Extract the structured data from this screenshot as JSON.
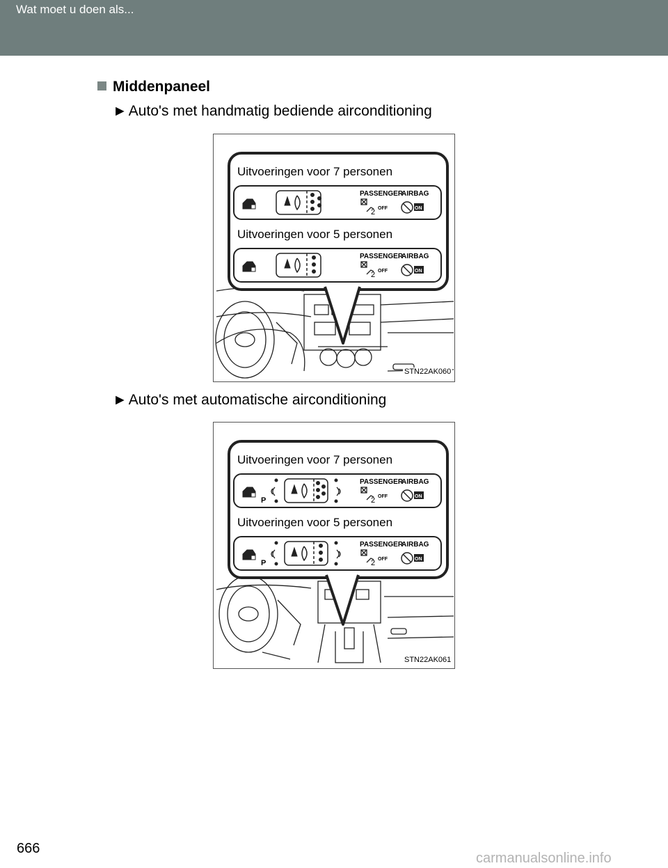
{
  "header": {
    "title": "Wat moet u doen als..."
  },
  "section": {
    "title": "Middenpaneel",
    "subsections": [
      {
        "marker": "►",
        "label": "Auto's met handmatig bediende airconditioning",
        "figure": {
          "variants": [
            "Uitvoeringen voor 7 personen",
            "Uitvoeringen voor 5 personen"
          ],
          "indicator": {
            "passenger": "PASSENGER",
            "airbag": "AIRBAG",
            "seat_number": "2",
            "off": "OFF",
            "on": "ON"
          },
          "code": "STN22AK060"
        }
      },
      {
        "marker": "►",
        "label": "Auto's met automatische airconditioning",
        "figure": {
          "variants": [
            "Uitvoeringen voor 7 personen",
            "Uitvoeringen voor 5 personen"
          ],
          "indicator": {
            "passenger": "PASSENGER",
            "airbag": "AIRBAG",
            "seat_number": "2",
            "off": "OFF",
            "on": "ON",
            "parking": "P"
          },
          "code": "STN22AK061"
        }
      }
    ]
  },
  "footer": {
    "page_number": "666",
    "watermark": "carmanualsonline.info"
  }
}
